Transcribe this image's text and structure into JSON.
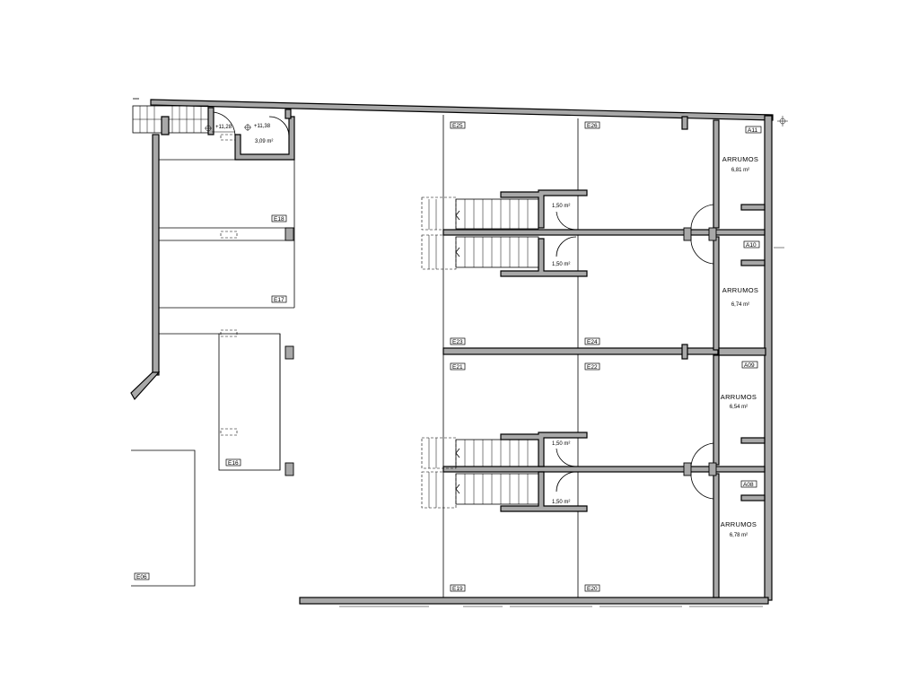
{
  "drawing": {
    "units": [
      "E25",
      "E26",
      "E18",
      "E17",
      "E16",
      "E23",
      "E24",
      "E21",
      "E22",
      "E19",
      "E20",
      "E06"
    ],
    "storage": [
      {
        "code": "A11",
        "name": "ARRUMOS",
        "area": "6,81 m²"
      },
      {
        "code": "A10",
        "name": "ARRUMOS",
        "area": "6,74 m²"
      },
      {
        "code": "A09",
        "name": "ARRUMOS",
        "area": "6,54 m²"
      },
      {
        "code": "A08",
        "name": "ARRUMOS",
        "area": "6,78 m²"
      }
    ],
    "landings": [
      "1,50 m²",
      "1,50 m²",
      "1,50 m²",
      "1,50 m²"
    ],
    "small_room_area": "3,09 m²",
    "levels": [
      "+11,28",
      "+11,38"
    ],
    "colors": {
      "wall_fill": "#a8a8a8",
      "line": "#000000",
      "background": "#ffffff"
    }
  }
}
